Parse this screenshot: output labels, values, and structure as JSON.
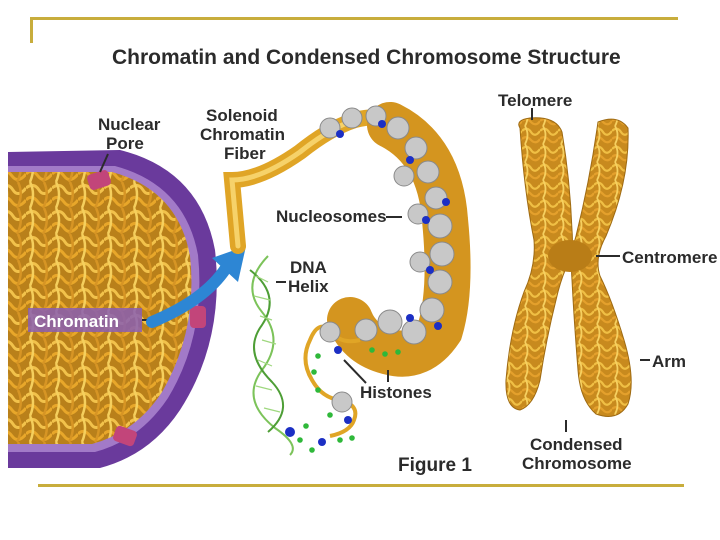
{
  "title": "Chromatin and Condensed Chromosome Structure",
  "labels": {
    "nuclear_pore_1": "Nuclear",
    "nuclear_pore_2": "Pore",
    "solenoid_1": "Solenoid",
    "solenoid_2": "Chromatin",
    "solenoid_3": "Fiber",
    "nucleosomes": "Nucleosomes",
    "dna_1": "DNA",
    "dna_2": "Helix",
    "chromatin": "Chromatin",
    "histones": "Histones",
    "telomere": "Telomere",
    "centromere": "Centromere",
    "arm": "Arm",
    "condensed_1": "Condensed",
    "condensed_2": "Chromosome",
    "figure": "Figure 1"
  },
  "colors": {
    "frame": "#c8ad3c",
    "membrane": "#6a3a9c",
    "chromatin_fiber": "#e0a526",
    "arrow": "#2d86d4",
    "histone": "#c8c8c8",
    "dna_strand": "#7cc35a",
    "marker_blue": "#1c2fc4",
    "marker_green": "#2fb83a",
    "pore": "#c2457a"
  }
}
